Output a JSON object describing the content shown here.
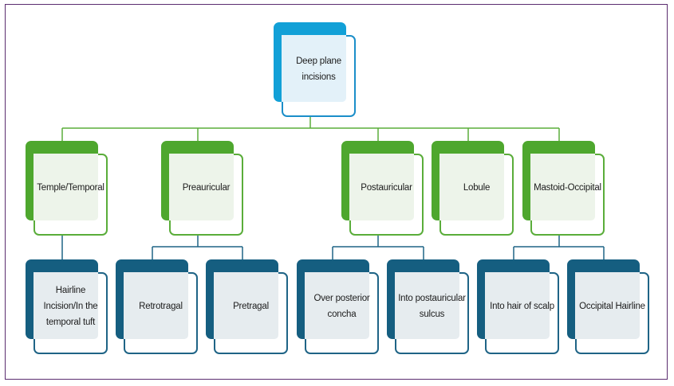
{
  "diagram": {
    "type": "hierarchy",
    "colors": {
      "root": "#12a0d7",
      "level1": "#4ea72e",
      "level2": "#155e80",
      "frame": "#5b2c6f"
    },
    "root": {
      "label": "Deep plane incisions"
    },
    "categories": [
      {
        "label": "Temple/Temporal",
        "children": [
          {
            "label": "Hairline Incision/In the temporal tuft"
          }
        ]
      },
      {
        "label": "Preauricular",
        "children": [
          {
            "label": "Retrotragal"
          },
          {
            "label": "Pretragal"
          }
        ]
      },
      {
        "label": "Postauricular",
        "children": [
          {
            "label": "Over posterior concha"
          },
          {
            "label": "Into postauricular sulcus"
          }
        ]
      },
      {
        "label": "Lobule",
        "children": []
      },
      {
        "label": "Mastoid-Occipital",
        "children": [
          {
            "label": "Into hair of scalp"
          },
          {
            "label": "Occipital Hairline"
          }
        ]
      }
    ]
  }
}
